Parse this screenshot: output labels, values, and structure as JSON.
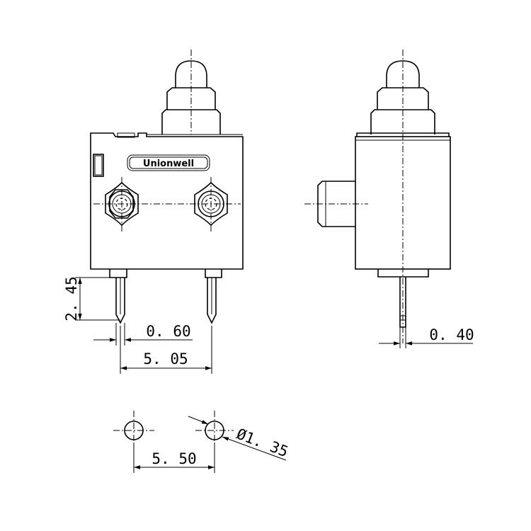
{
  "brand": {
    "logo_text": "Unionwell"
  },
  "dimensions": {
    "terminal_length": "2. 45",
    "terminal_width": "0. 60",
    "terminal_pitch": "5. 05",
    "terminal_thickness": "0. 40",
    "hole_pitch": "5. 50",
    "hole_diameter": "Ø1. 35"
  }
}
